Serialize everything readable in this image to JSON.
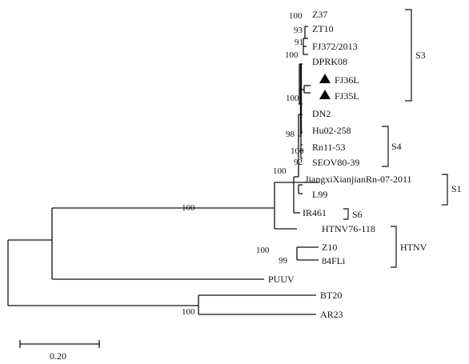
{
  "tree": {
    "leaves": [
      {
        "id": "z37",
        "label": "Z37"
      },
      {
        "id": "zt10",
        "label": "ZT10"
      },
      {
        "id": "fj372",
        "label": "FJ372/2013"
      },
      {
        "id": "dprk08",
        "label": "DPRK08"
      },
      {
        "id": "fj36l",
        "label": "FJ36L",
        "marked": true
      },
      {
        "id": "fj35l",
        "label": "FJ35L",
        "marked": true
      },
      {
        "id": "dn2",
        "label": "DN2"
      },
      {
        "id": "hu02",
        "label": "Hu02-258"
      },
      {
        "id": "rn11",
        "label": "Rn11-53"
      },
      {
        "id": "seov",
        "label": "SEOV80-39"
      },
      {
        "id": "jiangxi",
        "label": "JiangxiXianjianRn-07-2011"
      },
      {
        "id": "l99",
        "label": "L99"
      },
      {
        "id": "ir461",
        "label": "IR461"
      },
      {
        "id": "htnv76",
        "label": "HTNV76-118"
      },
      {
        "id": "z10",
        "label": "Z10"
      },
      {
        "id": "fli84",
        "label": "84FLi"
      },
      {
        "id": "puuv",
        "label": "PUUV"
      },
      {
        "id": "bt20",
        "label": "BT20"
      },
      {
        "id": "ar23",
        "label": "AR23"
      }
    ],
    "bootstrap": [
      {
        "id": "b1",
        "label": "100"
      },
      {
        "id": "b2",
        "label": "93"
      },
      {
        "id": "b3",
        "label": "91"
      },
      {
        "id": "b4",
        "label": "100"
      },
      {
        "id": "b5",
        "label": "100"
      },
      {
        "id": "b6",
        "label": "98"
      },
      {
        "id": "b7",
        "label": "100"
      },
      {
        "id": "b8",
        "label": "92"
      },
      {
        "id": "b9",
        "label": "100"
      },
      {
        "id": "b10",
        "label": "100"
      },
      {
        "id": "b11",
        "label": "100"
      },
      {
        "id": "b12",
        "label": "99"
      },
      {
        "id": "b13",
        "label": "100"
      }
    ],
    "groups": [
      {
        "id": "s3",
        "label": "S3"
      },
      {
        "id": "s4",
        "label": "S4"
      },
      {
        "id": "s1",
        "label": "S1"
      },
      {
        "id": "s6",
        "label": "S6"
      },
      {
        "id": "htnv",
        "label": "HTNV"
      }
    ],
    "scale_bar": {
      "label": "0.20"
    }
  }
}
